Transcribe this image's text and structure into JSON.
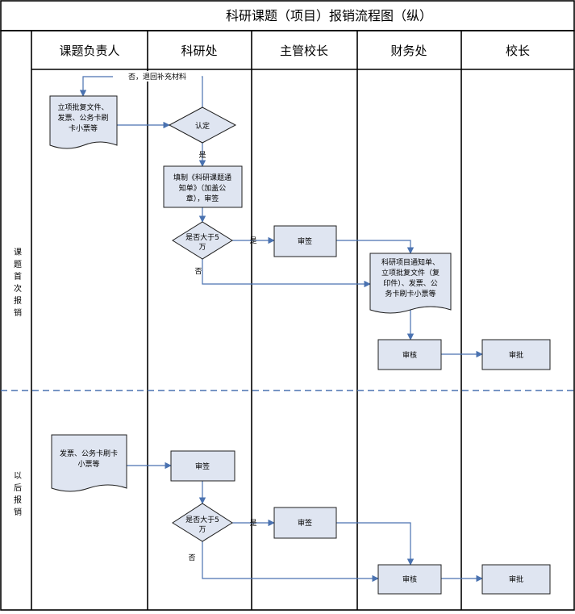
{
  "title": "科研课题（项目）报销流程图（纵）",
  "lanes": [
    "课题负责人",
    "科研处",
    "主管校长",
    "财务处",
    "校长"
  ],
  "phases": [
    "课题首次报销",
    "以后报销"
  ],
  "nodes": {
    "doc1": [
      "立项批复文件、",
      "发票、公务卡刷",
      "卡小票等"
    ],
    "decision1": "认定",
    "fill_form": [
      "填制《科研课题通",
      "知单》（加盖公",
      "章），审签"
    ],
    "decision2": [
      "是否大于5",
      "万"
    ],
    "sign1": "审签",
    "doc_finance": [
      "科研项目通知单、",
      "立项批复文件（复",
      "印件）、发票、公",
      "务卡刷卡小票等"
    ],
    "review1": "审核",
    "approve1": "审批",
    "doc2": [
      "发票、公务卡刷卡",
      "小票等"
    ],
    "sign2": "审签",
    "decision3": [
      "是否大于5",
      "万"
    ],
    "sign3": "审签",
    "review2": "审核",
    "approve2": "审批"
  },
  "edge_labels": {
    "return": "否，退回补充材料",
    "yes1": "是",
    "yes2": "是",
    "no2": "否",
    "yes3": "是",
    "no3": "否"
  },
  "colors": {
    "node_fill": "#dfe5f1",
    "edge": "#4a72b0",
    "divider": "#4a72b0"
  }
}
